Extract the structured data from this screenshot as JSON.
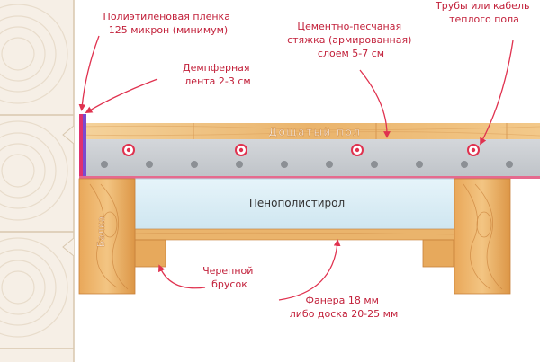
{
  "colors": {
    "label": "#c2203a",
    "arrow": "#e0324f",
    "wood_light": "#f2c98a",
    "wood_mid": "#e7a95c",
    "wood_dark": "#c9813a",
    "screed": "#c9cdd2",
    "foam": "#dbeef6",
    "film": "#e0326e",
    "tape": "#7a4bd0",
    "pipe_dot": "#8c9095",
    "pipe_hot": "#e0324f"
  },
  "labels": {
    "film": {
      "line1": "Полиэтиленовая пленка",
      "line2": "125 микрон (минимум)"
    },
    "tape": {
      "line1": "Демпферная",
      "line2": "лента 2-3 см"
    },
    "screed": {
      "line1": "Цементно-песчаная",
      "line2": "стяжка (армированная)",
      "line3": "слоем 5-7 см"
    },
    "pipes": {
      "line1": "Трубы или кабель",
      "line2": "теплого пола"
    },
    "cranial": {
      "line1": "Черепной",
      "line2": "брусок"
    },
    "plywood": {
      "line1": "Фанера 18 мм",
      "line2": "либо доска 20-25 мм"
    }
  },
  "layers": {
    "floorboard": "Дощатый пол",
    "foam": "Пенополистирол",
    "beam": "Балка"
  }
}
